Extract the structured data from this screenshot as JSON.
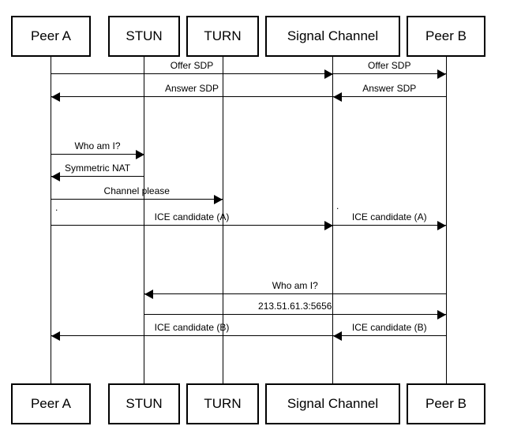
{
  "colors": {
    "ink": "#000000",
    "background": "#ffffff"
  },
  "diagram": {
    "type": "sequence",
    "actors": [
      {
        "id": "peer-a",
        "label": "Peer A"
      },
      {
        "id": "stun",
        "label": "STUN"
      },
      {
        "id": "turn",
        "label": "TURN"
      },
      {
        "id": "signal-channel",
        "label": "Signal Channel"
      },
      {
        "id": "peer-b",
        "label": "Peer B"
      }
    ],
    "messages": [
      {
        "label": "Offer SDP",
        "from": "peer-a",
        "to": "signal-channel"
      },
      {
        "label": "Offer SDP",
        "from": "signal-channel",
        "to": "peer-b"
      },
      {
        "label": "Answer SDP",
        "from": "peer-b",
        "to": "signal-channel"
      },
      {
        "label": "Answer SDP",
        "from": "signal-channel",
        "to": "peer-a"
      },
      {
        "label": "Who am I?",
        "from": "peer-a",
        "to": "stun"
      },
      {
        "label": "Symmetric NAT",
        "from": "stun",
        "to": "peer-a"
      },
      {
        "label": "Channel please",
        "from": "peer-a",
        "to": "turn"
      },
      {
        "label": "ICE candidate (A)",
        "from": "peer-a",
        "to": "signal-channel"
      },
      {
        "label": "ICE candidate (A)",
        "from": "signal-channel",
        "to": "peer-b"
      },
      {
        "label": "Who am I?",
        "from": "peer-b",
        "to": "stun"
      },
      {
        "label": "213.51.61.3:5656",
        "from": "stun",
        "to": "peer-b"
      },
      {
        "label": "ICE candidate (B)",
        "from": "peer-b",
        "to": "signal-channel"
      },
      {
        "label": "ICE candidate (B)",
        "from": "signal-channel",
        "to": "peer-a"
      }
    ],
    "stray_marks": [
      {
        "text": "."
      },
      {
        "text": "."
      }
    ]
  }
}
